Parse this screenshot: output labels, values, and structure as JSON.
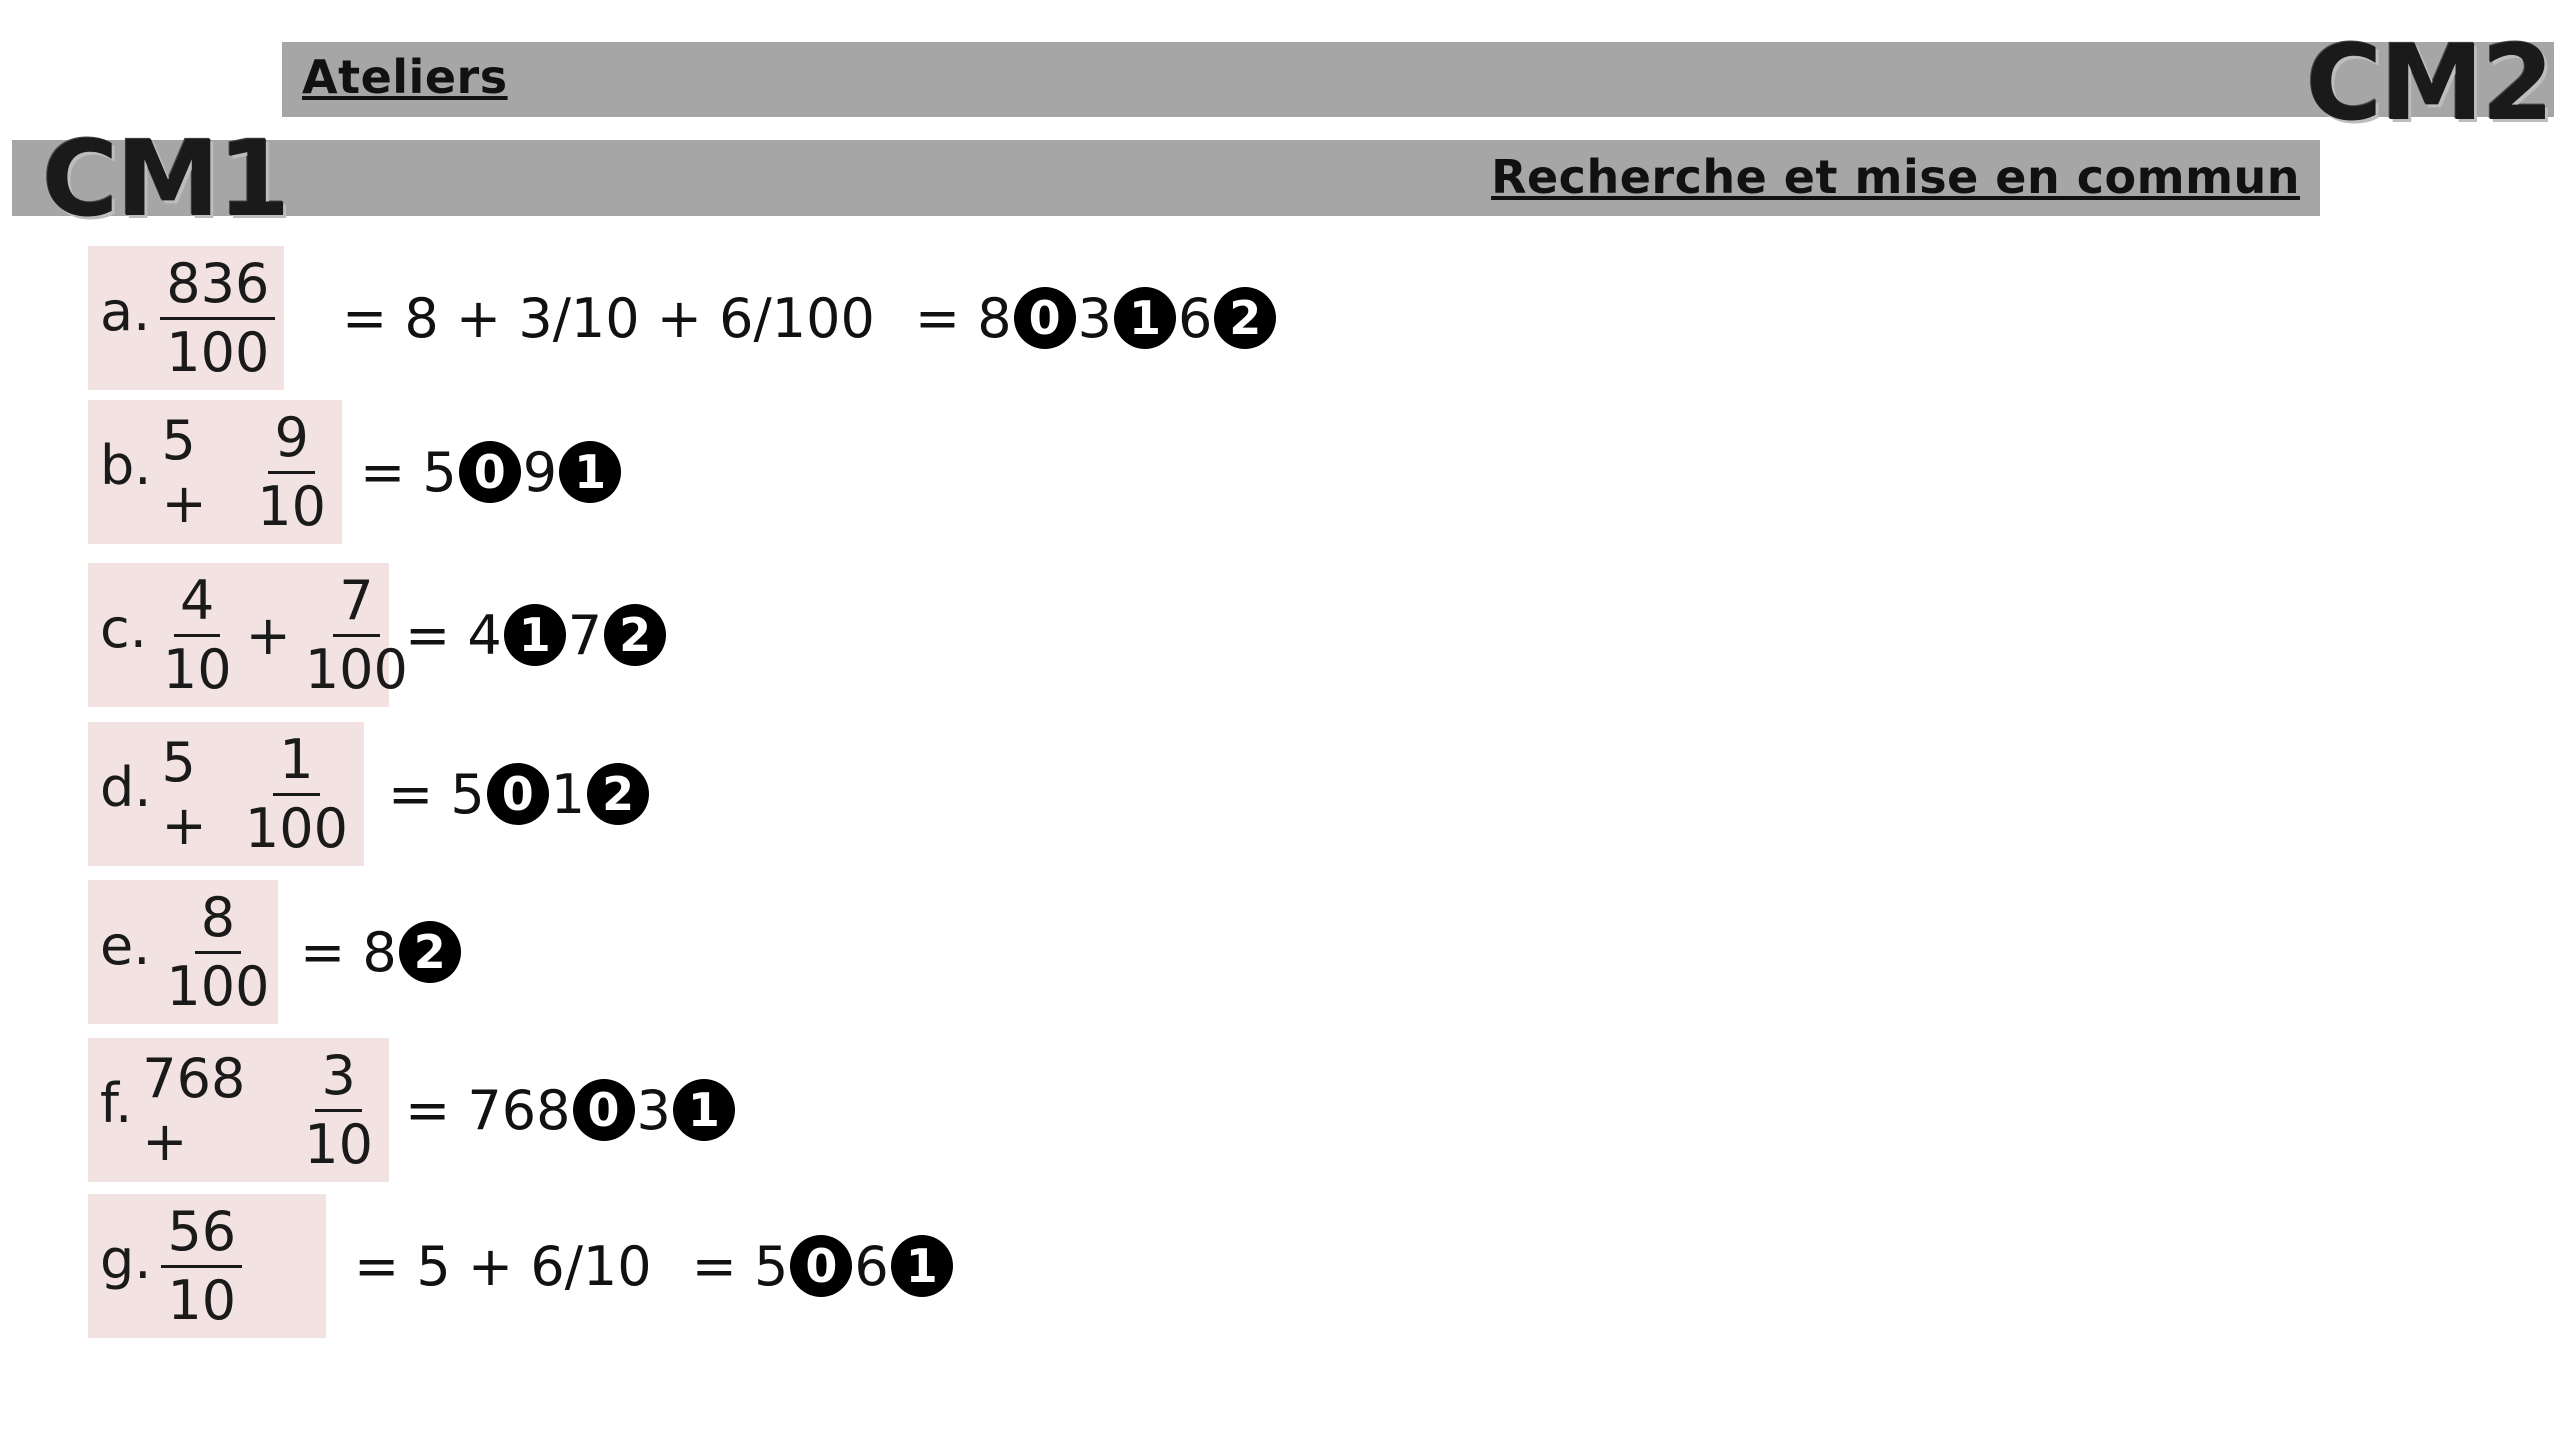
{
  "header": {
    "ateliers": "Ateliers",
    "recherche": "Recherche et mise en commun",
    "cm1": "CM1",
    "cm2": "CM2"
  },
  "rows": {
    "a": {
      "letter": "a.",
      "num": "836",
      "den": "100",
      "expand": "= 8 + 3/10 + 6/100",
      "result": {
        "eq": "= ",
        "d1": "8",
        "r1": "0",
        "d2": "3",
        "r2": "1",
        "d3": "6",
        "r3": "2"
      }
    },
    "b": {
      "letter": "b.",
      "pre": "5 +",
      "num": "9",
      "den": "10",
      "result": {
        "eq": "= ",
        "d1": "5",
        "r1": "0",
        "d2": "9",
        "r2": "1"
      }
    },
    "c": {
      "letter": "c.",
      "num1": "4",
      "den1": "10",
      "plus": "+",
      "num2": "7",
      "den2": "100",
      "result": {
        "eq": "= ",
        "d1": "4",
        "r1": "1",
        "d2": "7",
        "r2": "2"
      }
    },
    "d": {
      "letter": "d.",
      "pre": "5 +",
      "num": "1",
      "den": "100",
      "result": {
        "eq": "= ",
        "d1": "5",
        "r1": "0",
        "d2": "1",
        "r2": "2"
      }
    },
    "e": {
      "letter": "e.",
      "num": "8",
      "den": "100",
      "result": {
        "eq": "= ",
        "d1": "8",
        "r1": "2"
      }
    },
    "f": {
      "letter": "f.",
      "pre": "768 +",
      "num": "3",
      "den": "10",
      "result": {
        "eq": "= ",
        "d1": "768",
        "r1": "0",
        "d2": "3",
        "r2": "1"
      }
    },
    "g": {
      "letter": "g.",
      "num": "56",
      "den": "10",
      "expand": "= 5 + 6/10",
      "result": {
        "eq": "= ",
        "d1": "5",
        "r1": "0",
        "d2": "6",
        "r2": "1"
      }
    }
  }
}
